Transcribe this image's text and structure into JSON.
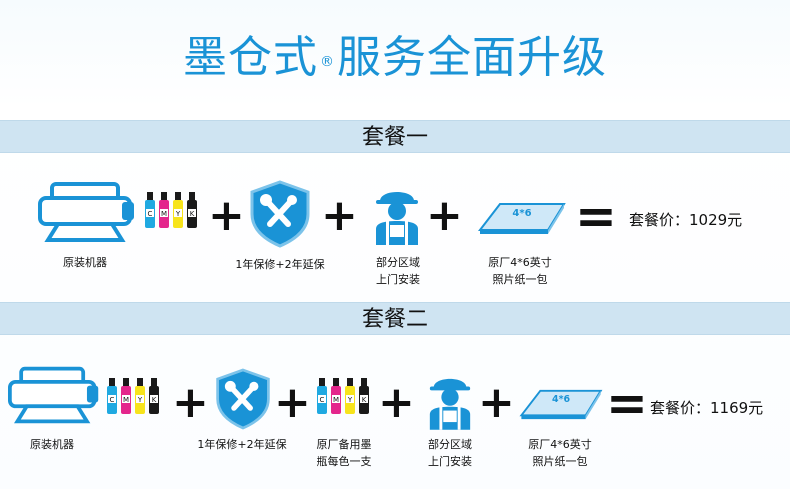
{
  "header": {
    "title_left": "墨仓式",
    "registered": "®",
    "title_right": "服务全面升级"
  },
  "package1": {
    "name": "套餐一",
    "items": {
      "printer": "原装机器",
      "warranty": "1年保修+2年延保",
      "install_line1": "部分区域",
      "install_line2": "上门安装",
      "paper_line1": "原厂4*6英寸",
      "paper_line2": "照片纸一包",
      "paper_mark": "4*6"
    },
    "price": "套餐价：1029元"
  },
  "package2": {
    "name": "套餐二",
    "items": {
      "printer": "原装机器",
      "warranty": "1年保修+2年延保",
      "ink_line1": "原厂备用墨",
      "ink_line2": "瓶每色一支",
      "install_line1": "部分区域",
      "install_line2": "上门安装",
      "paper_line1": "原厂4*6英寸",
      "paper_line2": "照片纸一包",
      "paper_mark": "4*6"
    },
    "price": "套餐价：1169元"
  },
  "ink_letters": [
    "C",
    "M",
    "Y",
    "K"
  ],
  "icons": [
    "printer-icon",
    "ink-bottles-icon",
    "warranty-shield-icon",
    "technician-icon",
    "photo-paper-icon"
  ],
  "colors": {
    "accent": "#1a93d6",
    "band": "#cfe4f2",
    "cyan": "#1fa9e1",
    "magenta": "#e4268c",
    "yellow": "#f7e41c",
    "black": "#1a1a1a"
  }
}
